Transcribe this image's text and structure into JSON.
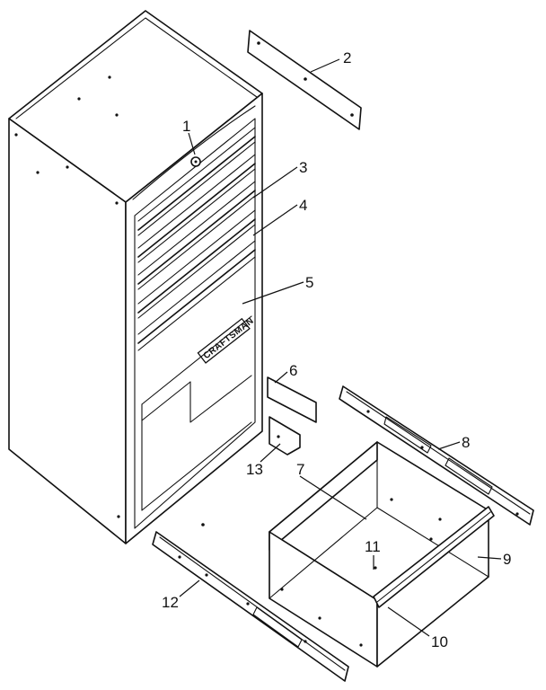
{
  "brand_label": "CRAFTSMAN",
  "callouts": [
    {
      "id": "1",
      "text": "1"
    },
    {
      "id": "2",
      "text": "2"
    },
    {
      "id": "3",
      "text": "3"
    },
    {
      "id": "4",
      "text": "4"
    },
    {
      "id": "5",
      "text": "5"
    },
    {
      "id": "6",
      "text": "6"
    },
    {
      "id": "7",
      "text": "7"
    },
    {
      "id": "8",
      "text": "8"
    },
    {
      "id": "9",
      "text": "9"
    },
    {
      "id": "10",
      "text": "10"
    },
    {
      "id": "11",
      "text": "11"
    },
    {
      "id": "12",
      "text": "12"
    },
    {
      "id": "13",
      "text": "13"
    }
  ]
}
